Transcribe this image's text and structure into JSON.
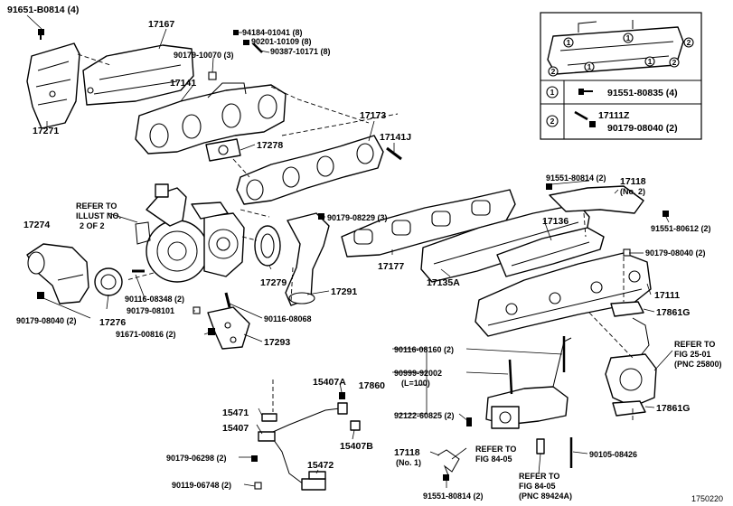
{
  "labels": {
    "l17167": "17167",
    "l91651_b0814_4": "91651-B0814 (4)",
    "l17271": "17271",
    "l94184": "94184-01041 (8)",
    "l90201": "90201-10109 (8)",
    "l90387": "90387-10171 (8)",
    "l90179_10070": "90179-10070 (3)",
    "l17141": "17141",
    "l17278": "17278",
    "l17173": "17173",
    "l17141j": "17141J",
    "refer_illust_1": "REFER TO",
    "refer_illust_2": "ILLUST NO.",
    "refer_illust_3": "2 OF 2",
    "l17274": "17274",
    "l90179_08229": "90179-08229 (3)",
    "l17279": "17279",
    "l17291": "17291",
    "l90116_08348": "90116-08348 (2)",
    "l90179_08101": "90179-08101",
    "l90116_08068": "90116-08068",
    "l91671_00816": "91671-00816 (2)",
    "l17293": "17293",
    "l17276": "17276",
    "l90179_08040_left": "90179-08040 (2)",
    "l17177": "17177",
    "l17135a": "17135A",
    "l17136": "17136",
    "l91551_80814_top": "91551-80814 (2)",
    "l17118_top": "17118",
    "l17118_top_sub": "(No. 2)",
    "l91551_80612": "91551-80612 (2)",
    "l90179_08040_right": "90179-08040 (2)",
    "l17111": "17111",
    "l17861g_1": "17861G",
    "refer_fig25_1": "REFER TO",
    "refer_fig25_2": "FIG 25-01",
    "refer_fig25_3": "(PNC 25800)",
    "l17861g_2": "17861G",
    "l90116_08160": "90116-08160 (2)",
    "l90999_92002": "90999-92002",
    "l90999_92002_sub": "(L=100)",
    "l17860": "17860",
    "l92122_60825": "92122-60825 (2)",
    "l15407a": "15407A",
    "l15471": "15471",
    "l15407": "15407",
    "l15407b": "15407B",
    "l90179_06298": "90179-06298 (2)",
    "l15472": "15472",
    "l90119_06748": "90119-06748 (2)",
    "l17118_bot": "17118",
    "l17118_bot_sub": "(No. 1)",
    "refer_fig84_a1": "REFER TO",
    "refer_fig84_a2": "FIG 84-05",
    "l90105_08426": "90105-08426",
    "refer_fig84_b1": "REFER TO",
    "refer_fig84_b2": "FIG 84-05",
    "refer_fig84_b3": "(PNC 89424A)",
    "l91551_80814_bot": "91551-80814 (2)",
    "diagram_id": "1750220"
  },
  "inset": {
    "callout_1": "1",
    "callout_2": "2",
    "row1_key": "1",
    "row1_part": "91551-80835 (4)",
    "row2_key": "2",
    "row2_part_a": "17111Z",
    "row2_part_b": "90179-08040 (2)"
  },
  "colors": {
    "line": "#000000",
    "background": "#ffffff"
  },
  "icons": [
    "bolt-icon",
    "nut-icon",
    "stud-icon",
    "gasket-icon"
  ]
}
